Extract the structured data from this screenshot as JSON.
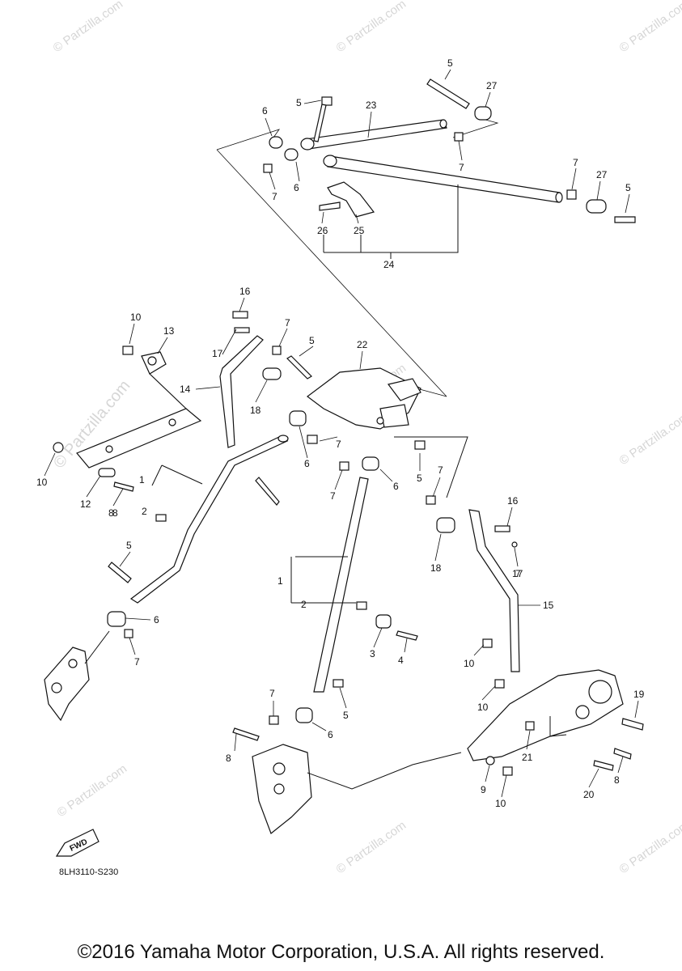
{
  "diagram": {
    "code": "8LH3110-S230",
    "fwd_label": "FWD",
    "watermark_text": "© Partzilla.com",
    "copyright": "©2016 Yamaha Motor Corporation, U.S.A. All rights reserved."
  },
  "callouts": [
    "1",
    "1",
    "2",
    "2",
    "3",
    "4",
    "5",
    "5",
    "5",
    "5",
    "5",
    "5",
    "5",
    "6",
    "6",
    "6",
    "6",
    "6",
    "6",
    "7",
    "7",
    "7",
    "7",
    "7",
    "7",
    "7",
    "7",
    "7",
    "7",
    "8",
    "8",
    "8",
    "8",
    "9",
    "10",
    "10",
    "10",
    "10",
    "10",
    "12",
    "13",
    "14",
    "15",
    "16",
    "16",
    "17",
    "17",
    "18",
    "18",
    "19",
    "20",
    "21",
    "22",
    "23",
    "24",
    "25",
    "26",
    "27",
    "27"
  ],
  "colors": {
    "line": "#111111",
    "watermark": "#d6d6d6",
    "background": "#ffffff"
  }
}
